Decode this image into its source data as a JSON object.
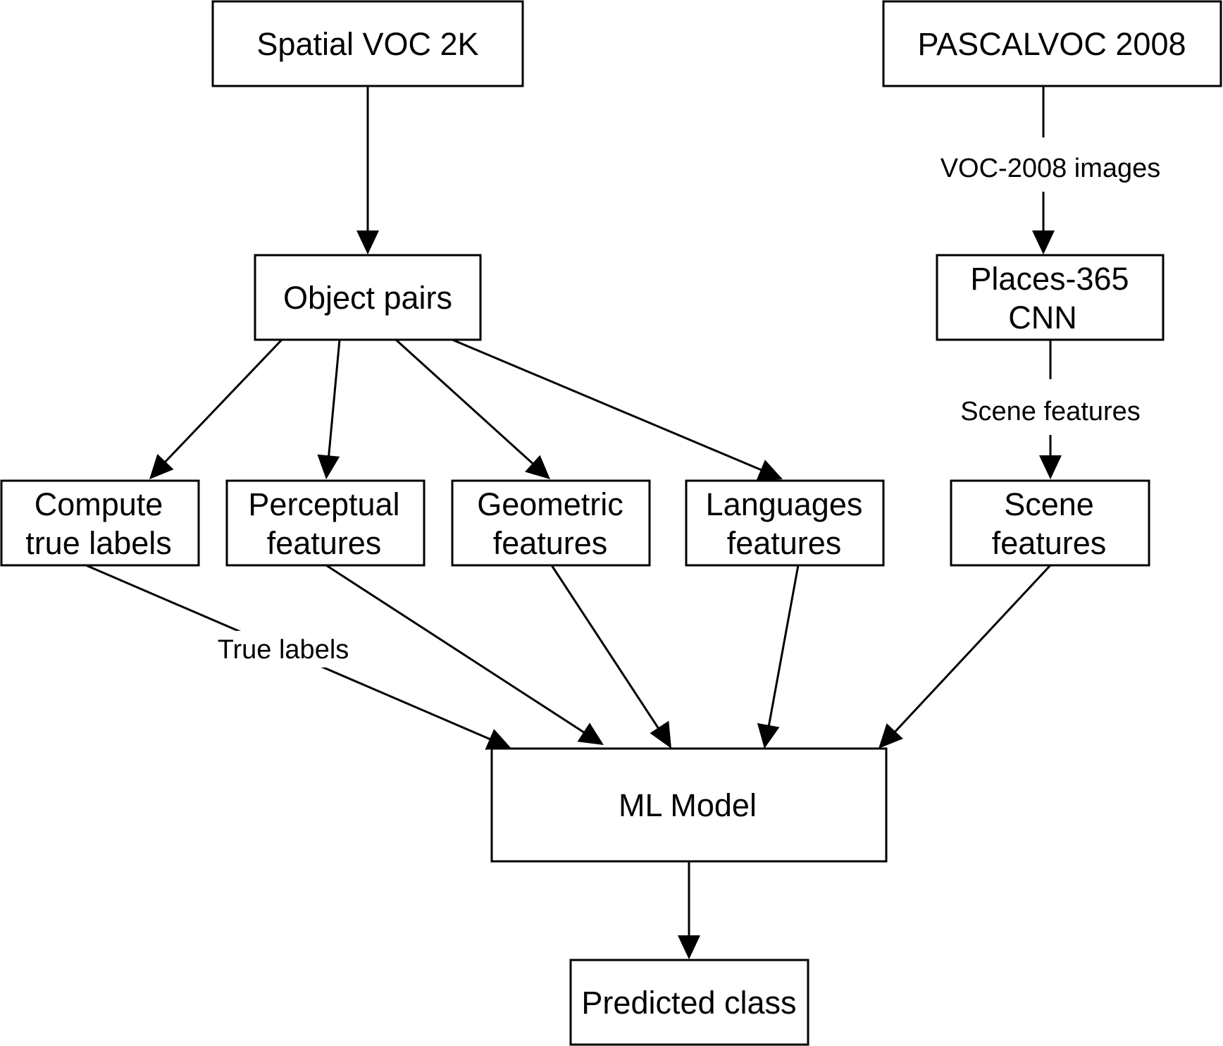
{
  "nodes": {
    "spatial_voc": "Spatial VOC 2K",
    "pascal_voc": "PASCALVOC 2008",
    "object_pairs": "Object pairs",
    "places_cnn": [
      "Places-365",
      "CNN"
    ],
    "compute_true_labels": [
      "Compute",
      "true labels"
    ],
    "perceptual_features": [
      "Perceptual",
      "features"
    ],
    "geometric_features": [
      "Geometric",
      "features"
    ],
    "language_features": [
      "Languages",
      "features"
    ],
    "scene_features": [
      "Scene",
      "features"
    ],
    "ml_model": "ML Model",
    "predicted_class": "Predicted class"
  },
  "edge_labels": {
    "voc_images": "VOC-2008 images",
    "scene_features": "Scene features",
    "true_labels": "True labels"
  },
  "colors": {
    "stroke": "#000000",
    "background": "#ffffff"
  }
}
